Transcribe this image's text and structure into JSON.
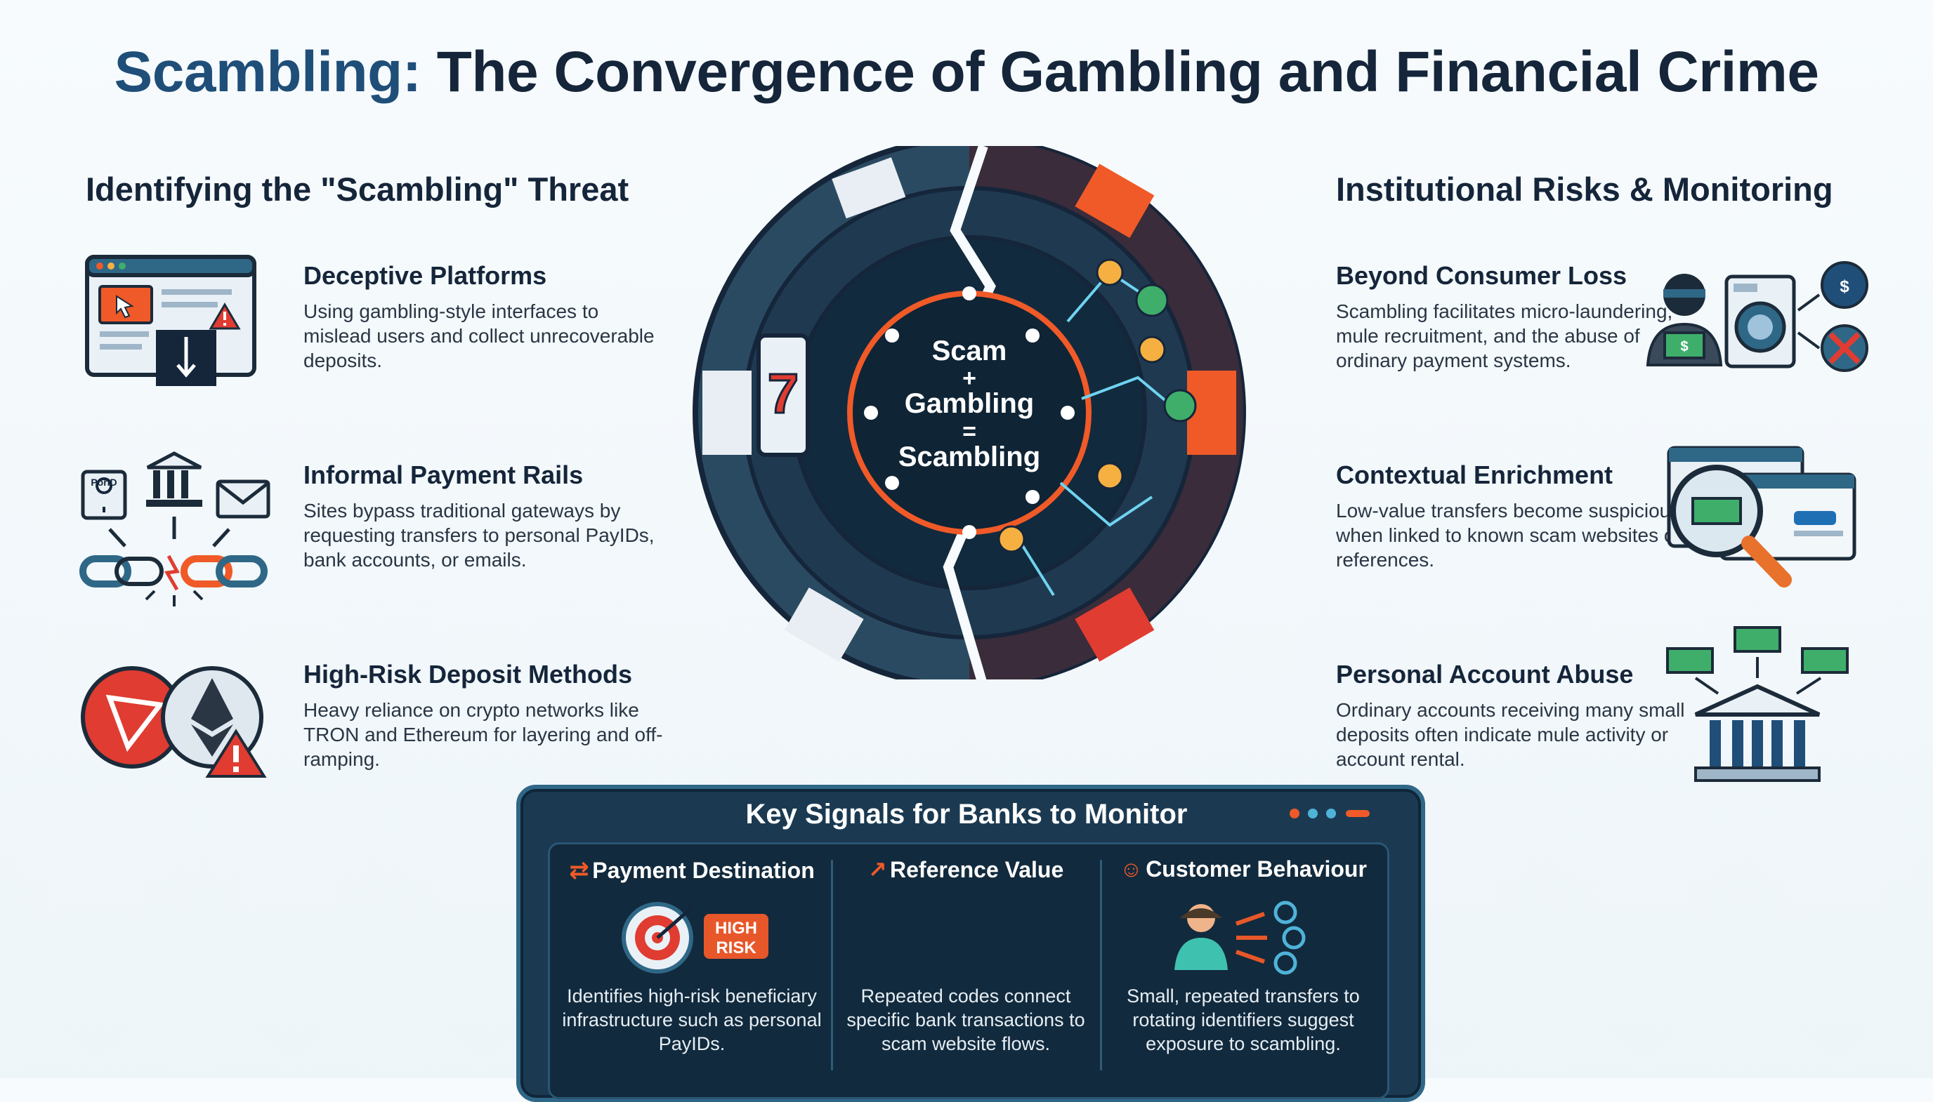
{
  "title": {
    "accent": "Scambling:",
    "rest": "The Convergence of Gambling and Financial Crime"
  },
  "left": {
    "heading": "Identifying the \"Scambling\" Threat",
    "items": [
      {
        "title": "Deceptive Platforms",
        "desc": "Using gambling-style interfaces to mislead users and collect unrecoverable deposits."
      },
      {
        "title": "Informal Payment Rails",
        "desc": "Sites bypass traditional gateways by requesting transfers to personal PayIDs, bank accounts, or emails."
      },
      {
        "title": "High-Risk Deposit Methods",
        "desc": "Heavy reliance on crypto networks like TRON and Ethereum for layering and off-ramping."
      }
    ],
    "payid_label": "PorID"
  },
  "right": {
    "heading": "Institutional Risks & Monitoring",
    "items": [
      {
        "title": "Beyond Consumer Loss",
        "desc": "Scambling facilitates micro-laundering, mule recruitment, and the abuse of ordinary payment systems."
      },
      {
        "title": "Contextual Enrichment",
        "desc": "Low-value transfers become suspicious only when linked to known scam websites or references."
      },
      {
        "title": "Personal Account Abuse",
        "desc": "Ordinary accounts receiving many small deposits often indicate mule activity or account rental."
      }
    ]
  },
  "center": {
    "line1": "Scam",
    "plus": "+",
    "line2": "Gambling",
    "equals": "=",
    "line3": "Scambling",
    "slot_digit": "7"
  },
  "panel": {
    "title": "Key Signals for Banks to Monitor",
    "columns": [
      {
        "title": "Payment Destination",
        "icon": "arrows-exchange-icon",
        "desc": "Identifies high-risk beneficiary infrastructure such as personal PayIDs."
      },
      {
        "title": "Reference Value",
        "icon": "external-link-icon",
        "desc": "Repeated codes connect specific bank transactions to scam website flows."
      },
      {
        "title": "Customer Behaviour",
        "icon": "person-icon",
        "desc": "Small, repeated transfers to rotating identifiers suggest exposure to scambling."
      }
    ],
    "badge": {
      "line1": "HIGH",
      "line2": "RISK"
    }
  },
  "colors": {
    "navy": "#15253a",
    "accent": "#1f4e79",
    "orange": "#f05a28",
    "red": "#e03c31",
    "teal": "#2f6787",
    "green": "#3fae6b"
  }
}
